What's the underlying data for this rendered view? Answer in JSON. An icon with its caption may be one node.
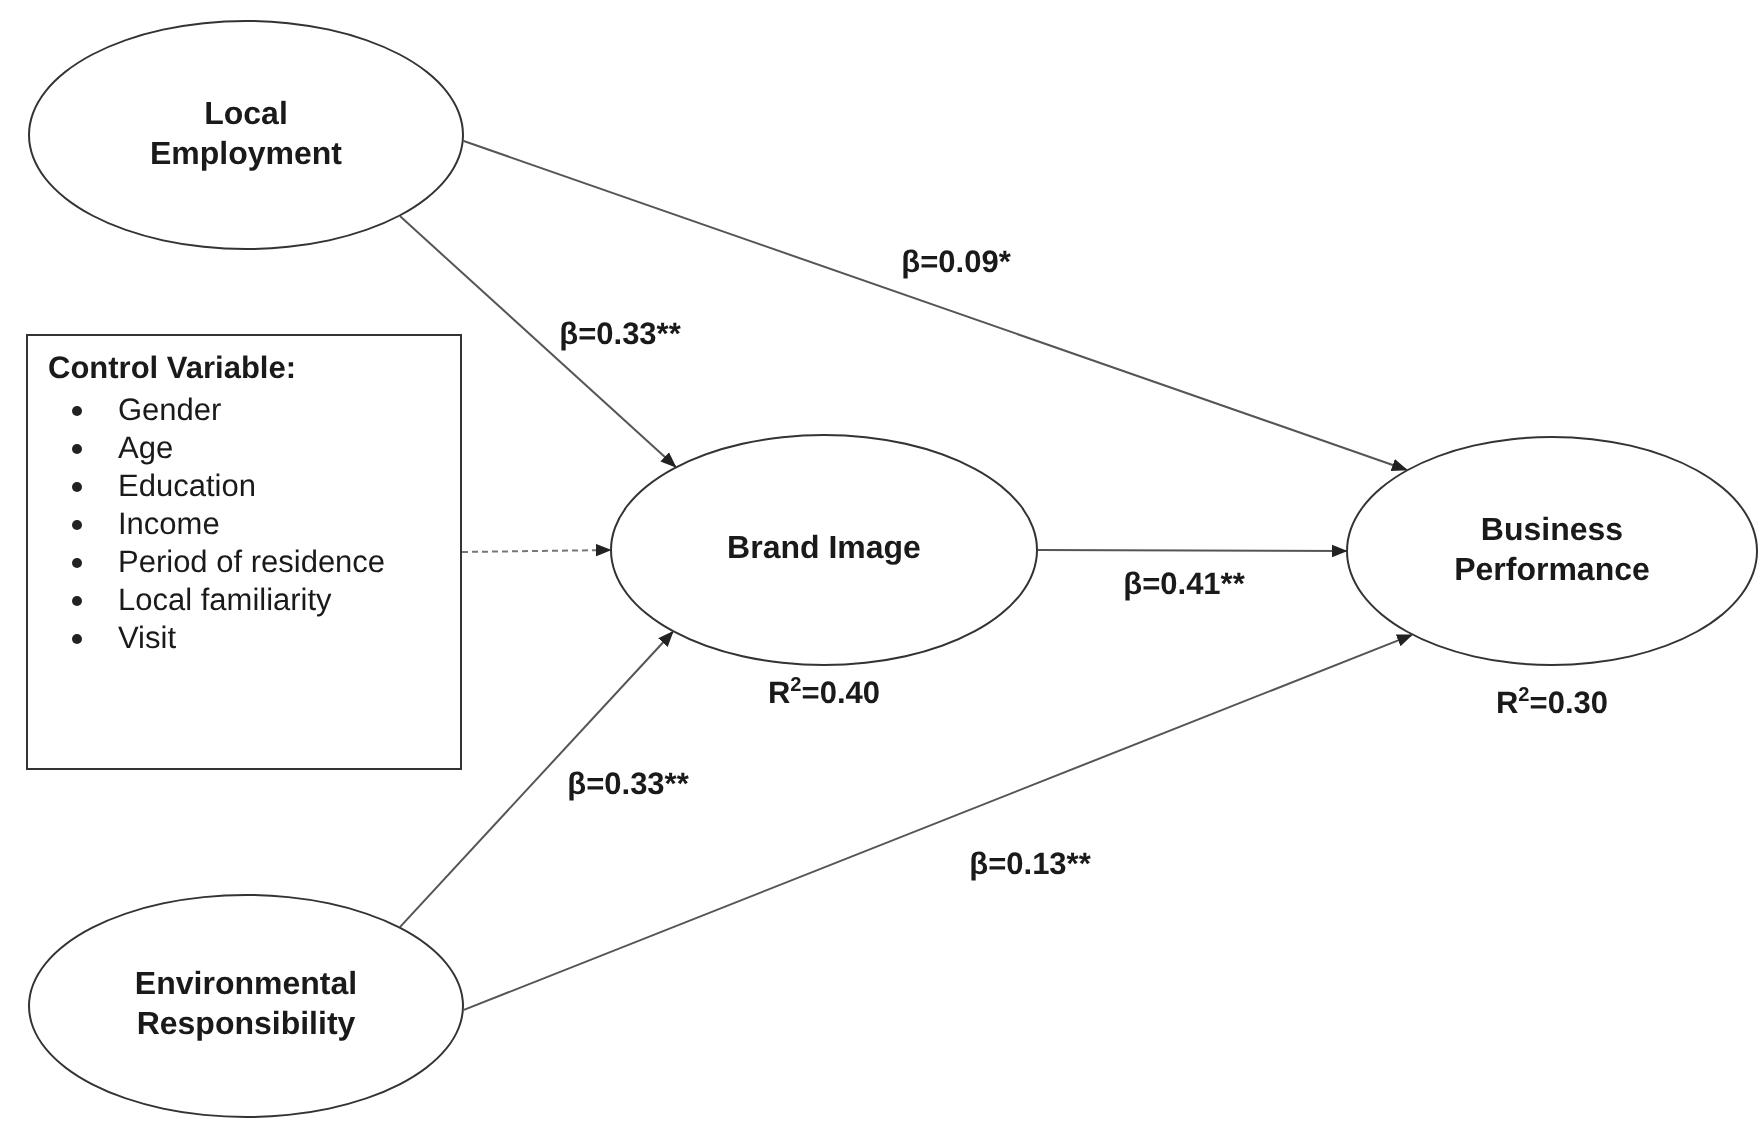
{
  "diagram": {
    "nodes": [
      {
        "text": [
          "Local Employment"
        ]
      },
      {
        "text": [
          "Control Variable:",
          "Gender",
          "Age",
          "Education",
          "Income",
          "Period of residence",
          "Local familiarity",
          "Visit"
        ]
      },
      {
        "text": [
          "Brand Image"
        ],
        "beside": [
          "R$^{2}$=0.40"
        ]
      },
      {
        "text": [
          "Business Performance"
        ],
        "beside": [
          "R$^{2}$=0.30"
        ]
      },
      {
        "text": [
          "Environmental Responsibility"
        ]
      }
    ],
    "edges": [
      {
        "from": 0,
        "to": 2,
        "arrow": "to",
        "label": "β=0.33**"
      },
      {
        "from": 0,
        "to": 3,
        "arrow": "to",
        "label": "β=0.09*"
      },
      {
        "from": 1,
        "to": 2,
        "arrow": "to",
        "style": "dashed"
      },
      {
        "from": 2,
        "to": 3,
        "arrow": "to",
        "label": "β=0.41**"
      },
      {
        "from": 4,
        "to": 2,
        "arrow": "to",
        "label": "β=0.33**"
      },
      {
        "from": 4,
        "to": 3,
        "arrow": "to",
        "label": "β=0.13**"
      }
    ]
  }
}
